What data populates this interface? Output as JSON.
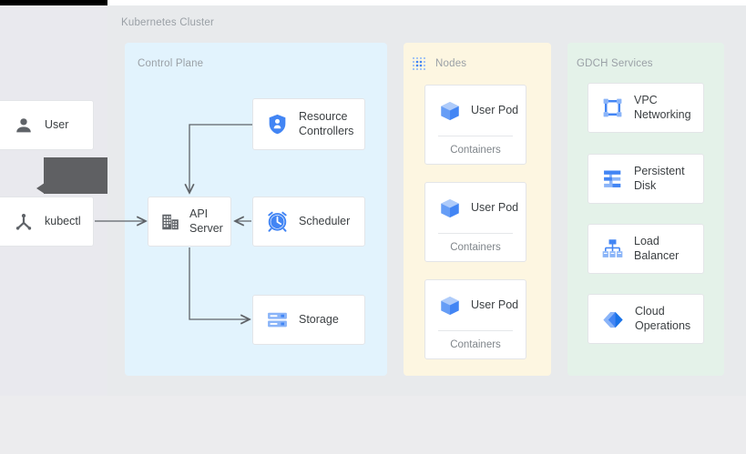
{
  "diagram": {
    "title": "Kubernetes Cluster",
    "colors": {
      "control_plane_bg": "#e2f3fd",
      "nodes_bg": "#fdf6e1",
      "gdch_bg": "#e4f2e9",
      "canvas_bg": "#e8eaec",
      "icon_blue": "#4285f4",
      "icon_blue_light": "#8ab4f8",
      "connector": "#5f6368",
      "label_text": "#3c4043",
      "muted_text": "#9aa0a6",
      "tooltip_bg": "#5f6063"
    },
    "external_nodes": [
      {
        "id": "user",
        "label": "User",
        "icon": "person-icon"
      },
      {
        "id": "kubectl",
        "label": "kubectl",
        "icon": "kubectl-icon"
      }
    ],
    "panels": {
      "control_plane": {
        "title": "Control Plane",
        "cards": [
          {
            "id": "resource-controllers",
            "label": "Resource\nControllers",
            "icon": "shield-person-icon"
          },
          {
            "id": "api-server",
            "label": "API\nServer",
            "icon": "api-server-icon"
          },
          {
            "id": "scheduler",
            "label": "Scheduler",
            "icon": "alarm-clock-icon"
          },
          {
            "id": "storage",
            "label": "Storage",
            "icon": "storage-icon"
          }
        ]
      },
      "nodes": {
        "title": "Nodes",
        "icon": "dot-grid-icon",
        "pods": [
          {
            "id": "pod-1",
            "label": "User Pod",
            "sublabel": "Containers",
            "icon": "cube-icon"
          },
          {
            "id": "pod-2",
            "label": "User Pod",
            "sublabel": "Containers",
            "icon": "cube-icon"
          },
          {
            "id": "pod-3",
            "label": "User Pod",
            "sublabel": "Containers",
            "icon": "cube-icon"
          }
        ]
      },
      "gdch_services": {
        "title": "GDCH Services",
        "cards": [
          {
            "id": "vpc-networking",
            "label": "VPC\nNetworking",
            "icon": "vpc-networking-icon"
          },
          {
            "id": "persistent-disk",
            "label": "Persistent\nDisk",
            "icon": "persistent-disk-icon"
          },
          {
            "id": "load-balancer",
            "label": "Load\nBalancer",
            "icon": "load-balancer-icon"
          },
          {
            "id": "cloud-operations",
            "label": "Cloud\nOperations",
            "icon": "cloud-operations-icon"
          }
        ]
      }
    },
    "connectors": [
      {
        "from": "kubectl",
        "to": "api-server",
        "direction": "right"
      },
      {
        "from": "resource-controllers",
        "to": "api-server",
        "direction": "down"
      },
      {
        "from": "scheduler",
        "to": "api-server",
        "direction": "left"
      },
      {
        "from": "api-server",
        "to": "storage",
        "direction": "right"
      }
    ]
  }
}
